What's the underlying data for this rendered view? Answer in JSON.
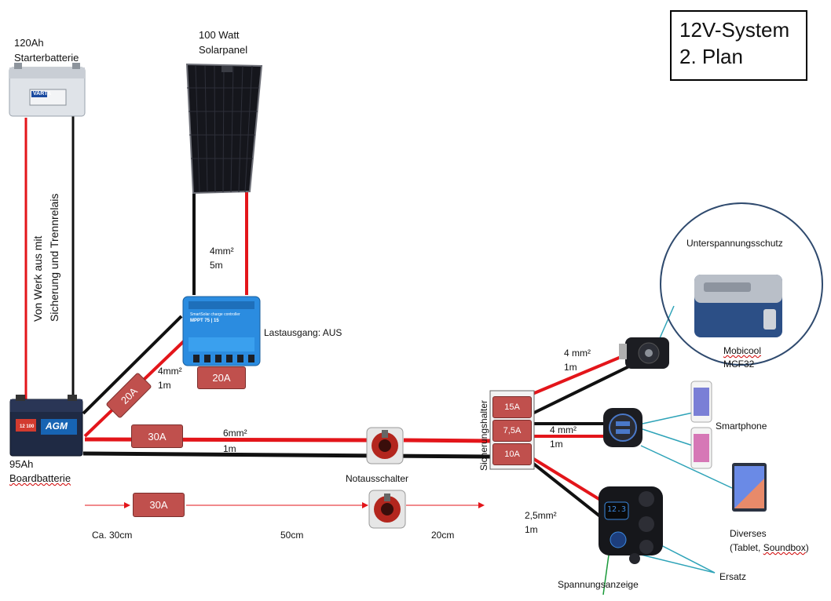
{
  "title": {
    "line1": "12V-System",
    "line2": "2. Plan"
  },
  "starter_battery": {
    "line1": "120Ah",
    "line2": "Starterbatterie",
    "brand": "VARTA"
  },
  "solar_panel": {
    "line1": "100 Watt",
    "line2": "Solarpanel"
  },
  "factory_note": {
    "line1": "Von Werk aus mit",
    "line2": "Sicherung und Trennrelais"
  },
  "solar_cable": {
    "size": "4mm²",
    "length": "5m"
  },
  "controller": {
    "brand_text": "SmartSolar charge controller",
    "model": "MPPT 75 | 15",
    "load_output": "Lastausgang: AUS",
    "fuse": "20A"
  },
  "board_cable_to_controller": {
    "size": "4mm²",
    "length": "1m",
    "fuse": "20A"
  },
  "board_battery": {
    "line1": "95Ah",
    "line2": "Boardbatterie",
    "badge": "AGM",
    "small": "12 100"
  },
  "main_cable": {
    "fuse": "30A",
    "size": "6mm²",
    "length": "1m"
  },
  "switch": {
    "label": "Notausschalter"
  },
  "fuse_holder": {
    "label": "Sicherungshalter",
    "fuses": [
      "15A",
      "7,5A",
      "10A"
    ]
  },
  "fridge_cable": {
    "size": "4 mm²",
    "length": "1m"
  },
  "usb_cable": {
    "size": "4 mm²",
    "length": "1m"
  },
  "panel_cable": {
    "size": "2,5mm²",
    "length": "1m"
  },
  "fridge_circle": {
    "heading": "Unterspannungsschutz",
    "name_line1": "Mobicool",
    "name_line2": "MCF32"
  },
  "smartphone": {
    "label": "Smartphone"
  },
  "diverses": {
    "line1": "Diverses",
    "line2_a": "(Tablet, ",
    "line2_b": "Soundbox",
    "line2_c": ")"
  },
  "ersatz": {
    "label": "Ersatz"
  },
  "voltage_display": {
    "label": "Spannungsanzeige",
    "reading": "12.3"
  },
  "distances": {
    "fuse": "30A",
    "seg1": "Ca. 30cm",
    "seg2": "50cm",
    "seg3": "20cm"
  },
  "colors": {
    "positive": "#e3151a",
    "negative": "#111111",
    "fuse": "#c0504d",
    "controller": "#2b8ce0",
    "annotation": "#2ea3b8"
  }
}
